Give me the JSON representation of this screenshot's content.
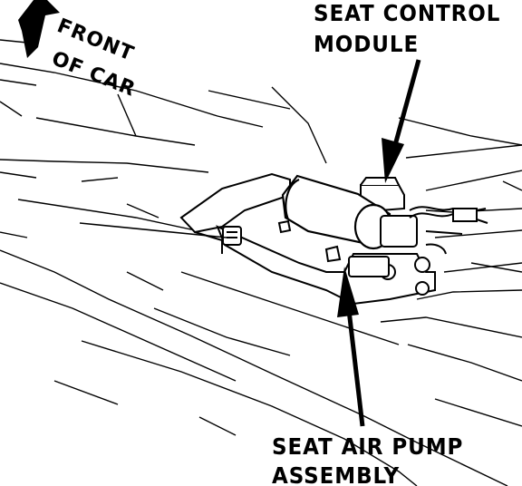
{
  "front_label": {
    "line1": "FRONT",
    "line2": "OF CAR"
  },
  "callouts": {
    "module": {
      "line1": "SEAT CONTROL",
      "line2": "MODULE"
    },
    "pump": {
      "line1": "SEAT AIR PUMP",
      "line2": "ASSEMBLY"
    }
  },
  "colors": {
    "ink": "#000000",
    "paper": "#ffffff"
  }
}
